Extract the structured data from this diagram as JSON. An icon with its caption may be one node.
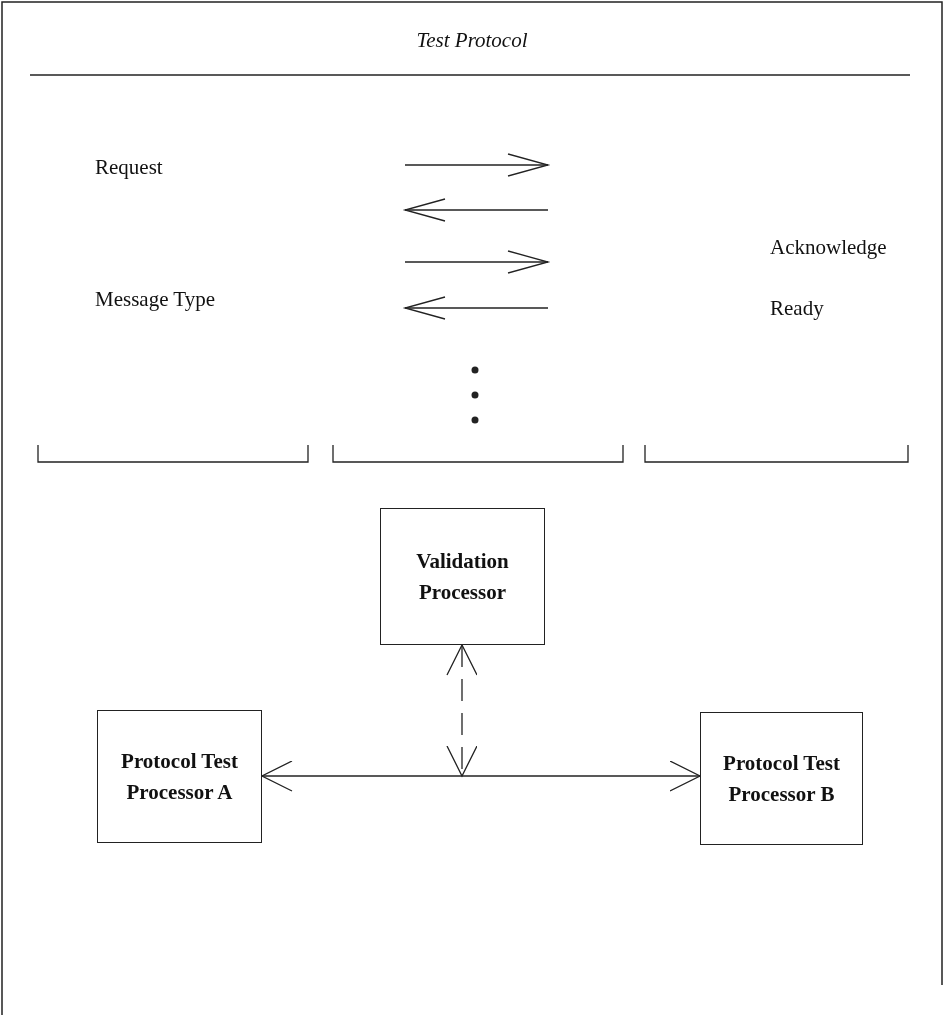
{
  "diagram": {
    "title": "Test Protocol",
    "nodes": [
      {
        "text": [
          "Validation Processor"
        ]
      },
      {
        "text": [
          "Protocol Test Processor A"
        ]
      },
      {
        "text": [
          "Protocol Test Processor B"
        ]
      }
    ],
    "edges": [
      {
        "from": 1,
        "to": 2,
        "arrow": "both"
      },
      {
        "from": 0,
        "to": null,
        "arrow": "both",
        "style": "dashed"
      }
    ],
    "labels": [
      "Request",
      "Acknowledge",
      "Message Type",
      "Ready"
    ]
  }
}
